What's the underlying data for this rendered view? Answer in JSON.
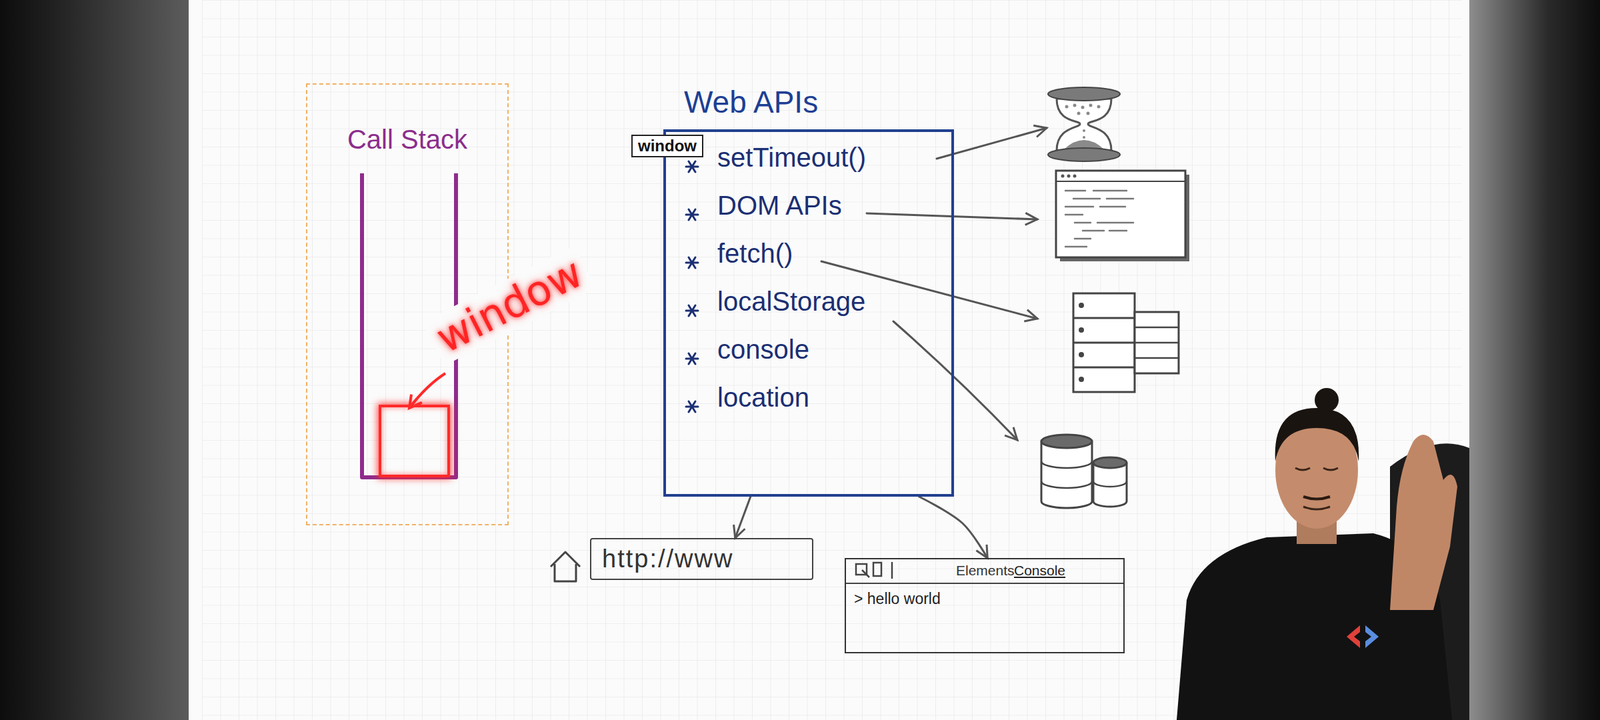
{
  "diagram": {
    "nodes": [
      {
        "text": [
          "Call Stack"
        ]
      },
      {
        "text": [
          "window"
        ],
        "in": 0
      },
      {
        "text": [
          "Web APIs",
          "setTimeout()",
          "DOM APIs",
          "fetch()",
          "localStorage",
          "console",
          "location"
        ]
      },
      {
        "text": [
          "window"
        ],
        "in": 2
      },
      {
        "text": [
          "http://www"
        ]
      },
      {
        "text": [
          "Elements",
          "Console",
          "> hello world"
        ]
      }
    ],
    "edges": [
      {
        "from": 2,
        "to": 4,
        "arrow": "to"
      },
      {
        "from": 2,
        "to": 5,
        "arrow": "to"
      }
    ]
  }
}
